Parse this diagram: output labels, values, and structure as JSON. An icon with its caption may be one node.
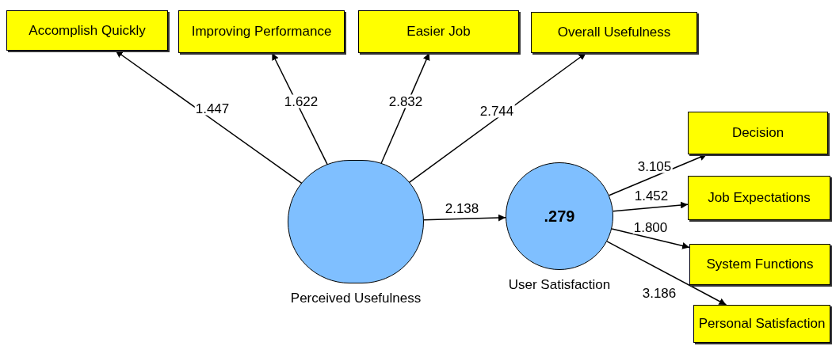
{
  "diagram": {
    "nodes": [
      {
        "text": [
          "Accomplish Quickly"
        ]
      },
      {
        "text": [
          "Improving Performance"
        ]
      },
      {
        "text": [
          "Easier Job"
        ]
      },
      {
        "text": [
          "Overall Usefulness"
        ]
      },
      {
        "text": [],
        "shape": "circle",
        "beside": [
          "Perceived Usefulness"
        ]
      },
      {
        "text": [
          ".279"
        ],
        "beside": [
          "User Satisfaction"
        ]
      },
      {
        "text": [
          "Decision"
        ]
      },
      {
        "text": [
          "Job Expectations"
        ]
      },
      {
        "text": [
          "System Functions"
        ]
      },
      {
        "text": [
          "Personal Satisfaction"
        ]
      }
    ],
    "edges": [
      {
        "from": 4,
        "to": 0,
        "arrow": "to",
        "label": "1.447"
      },
      {
        "from": 4,
        "to": 1,
        "arrow": "to",
        "label": "1.622"
      },
      {
        "from": 4,
        "to": 2,
        "arrow": "to",
        "label": "2.832"
      },
      {
        "from": 4,
        "to": 3,
        "arrow": "to",
        "label": "2.744"
      },
      {
        "from": 4,
        "to": 5,
        "arrow": "to",
        "label": "2.138"
      },
      {
        "from": 5,
        "to": 6,
        "arrow": "to",
        "label": "3.105"
      },
      {
        "from": 5,
        "to": 7,
        "arrow": "to",
        "label": "1.452"
      },
      {
        "from": 5,
        "to": 8,
        "arrow": "to",
        "label": "1.800"
      },
      {
        "from": 5,
        "to": 9,
        "arrow": "to",
        "label": "3.186"
      }
    ]
  }
}
